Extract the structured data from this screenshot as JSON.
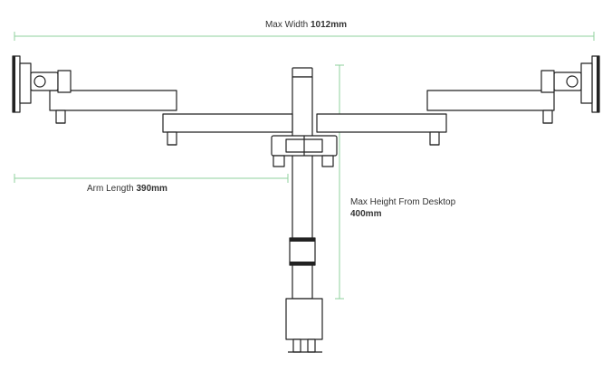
{
  "dimensions": {
    "max_width": {
      "label": "Max Width",
      "value": "1012mm"
    },
    "arm_length": {
      "label": "Arm Length",
      "value": "390mm"
    },
    "max_height": {
      "label": "Max Height From Desktop",
      "value": "400mm"
    }
  },
  "colors": {
    "dimension_line": "#8fd19e",
    "outline": "#222222",
    "text": "#333333"
  }
}
